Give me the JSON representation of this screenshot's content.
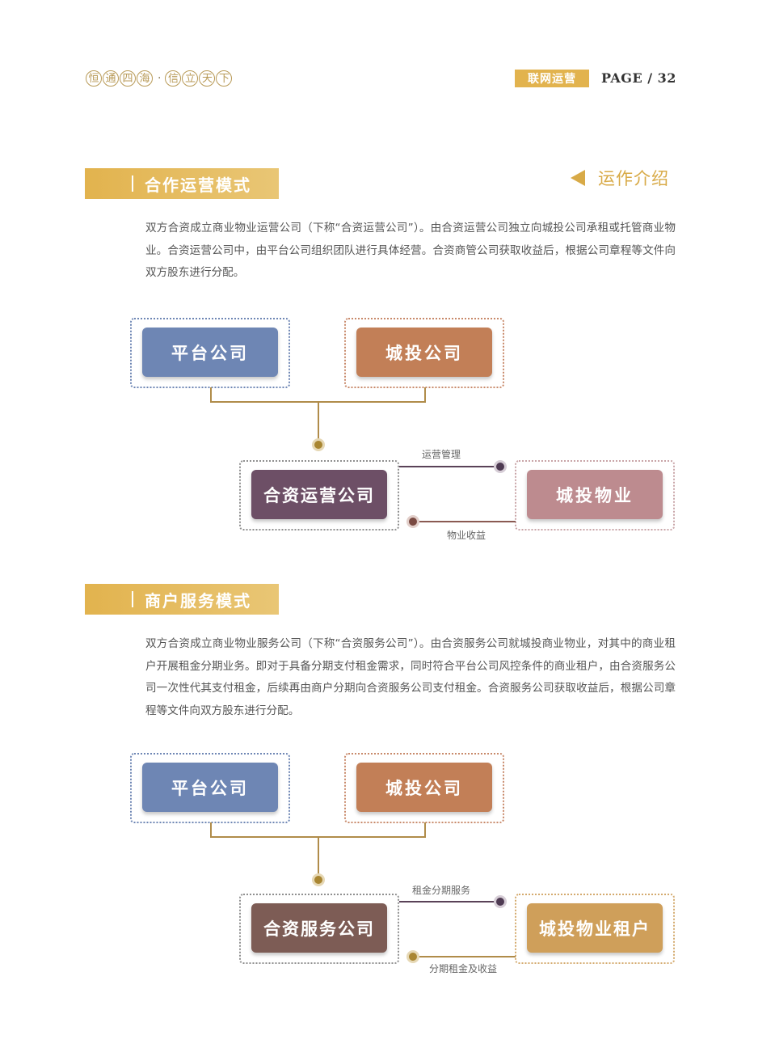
{
  "header": {
    "motto_left": [
      "恒",
      "通",
      "四",
      "海"
    ],
    "motto_sep": "·",
    "motto_right": [
      "信",
      "立",
      "天",
      "下"
    ],
    "section_tag": "联网运营",
    "page_label": "PAGE / 32"
  },
  "section1": {
    "title": "合作运营模式",
    "intro_link": "运作介绍",
    "paragraph": "双方合资成立商业物业运营公司（下称“合资运营公司”）。由合资运营公司独立向城投公司承租或托管商业物业。合资运营公司中，由平台公司组织团队进行具体经营。合资商管公司获取收益后，根据公司章程等文件向双方股东进行分配。",
    "diagram": {
      "box_a": "平台公司",
      "box_b": "城投公司",
      "box_center": "合资运营公司",
      "box_right": "城投物业",
      "label_top": "运营管理",
      "label_bottom": "物业收益"
    }
  },
  "section2": {
    "title": "商户服务模式",
    "paragraph": "双方合资成立商业物业服务公司（下称“合资服务公司”）。由合资服务公司就城投商业物业，对其中的商业租户开展租金分期业务。即对于具备分期支付租金需求，同时符合平台公司风控条件的商业租户，由合资服务公司一次性代其支付租金，后续再由商户分期向合资服务公司支付租金。合资服务公司获取收益后，根据公司章程等文件向双方股东进行分配。",
    "diagram": {
      "box_a": "平台公司",
      "box_b": "城投公司",
      "box_center": "合资服务公司",
      "box_right": "城投物业租户",
      "label_top": "租金分期服务",
      "label_bottom": "分期租金及收益"
    }
  },
  "colors": {
    "accent_gold": "#e2b34e",
    "platform_blue": "#6e86b4",
    "chengtou_orange": "#c27f57",
    "jv_ops_purple": "#6d4f66",
    "property_rose": "#bd8b8f",
    "jv_service_brown": "#7d5c55",
    "tenant_gold": "#cf9f5a"
  }
}
